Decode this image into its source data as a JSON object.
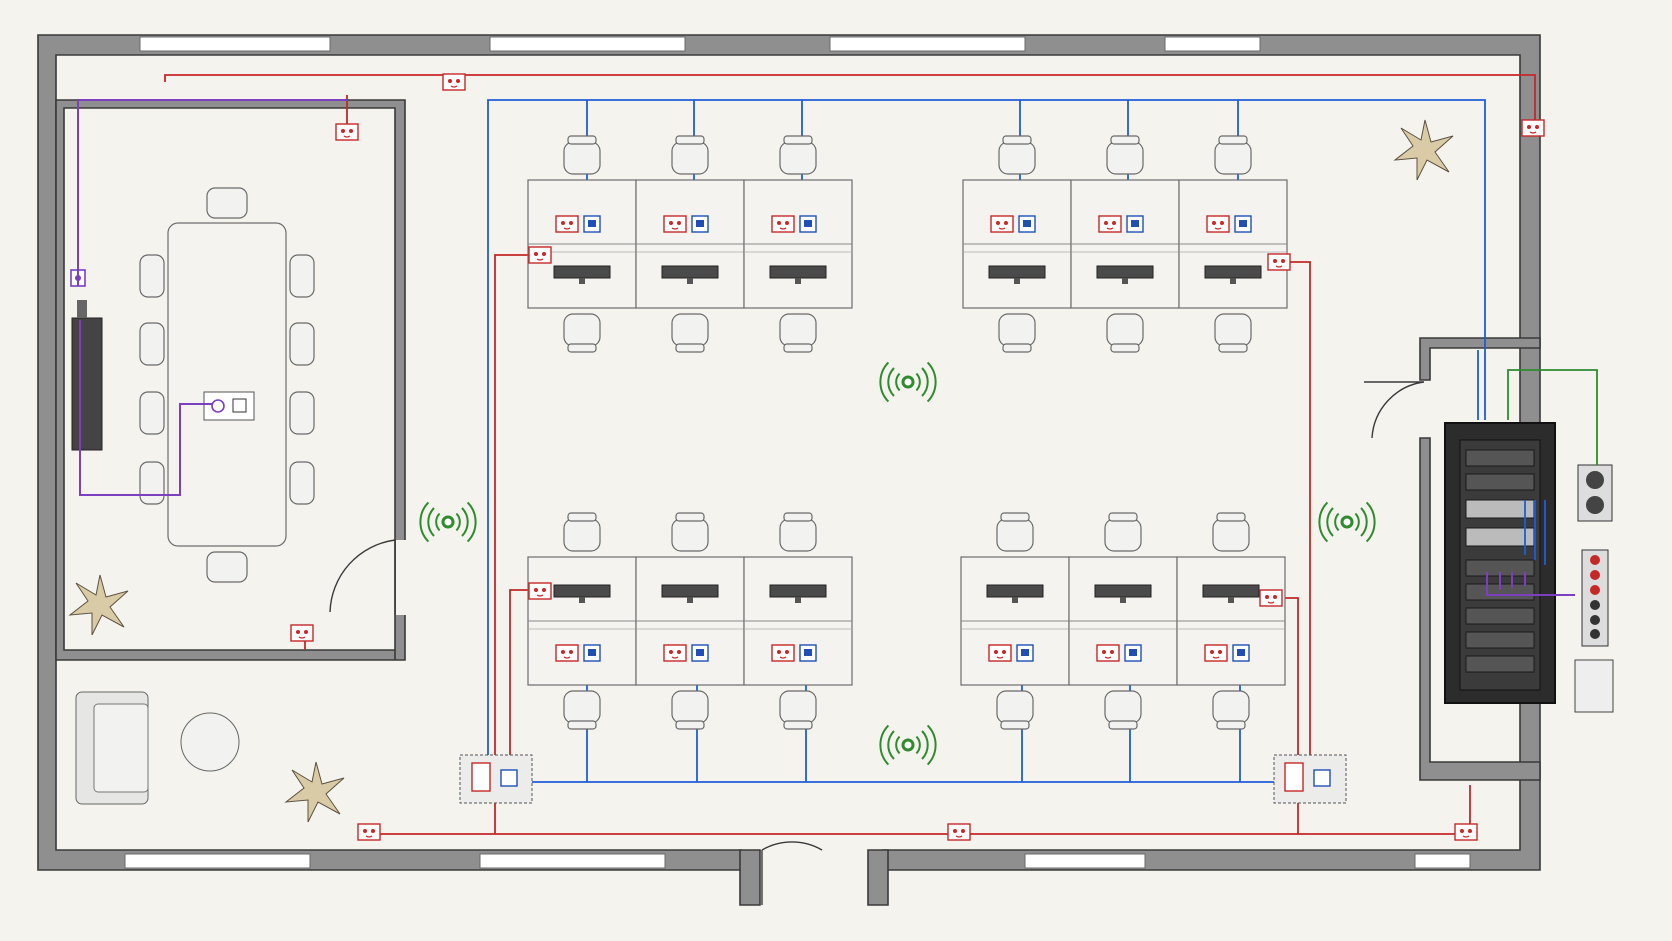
{
  "plan": {
    "colors": {
      "background": "#f5f3ee",
      "power": "#c62828",
      "data": "#1f5ed6",
      "av": "#7b3fbf",
      "ground": "#2e8b2e"
    },
    "rooms": [
      "conference-room",
      "lounge",
      "open-office",
      "server-room"
    ],
    "icons": [
      "power-outlet-icon",
      "data-port-icon",
      "wifi-access-point-icon",
      "server-rack-icon",
      "plant-icon",
      "chair-icon",
      "monitor-icon",
      "sofa-icon",
      "door-icon"
    ],
    "desk_clusters": 4,
    "desks_per_cluster": 6,
    "wifi_access_points": 4
  }
}
